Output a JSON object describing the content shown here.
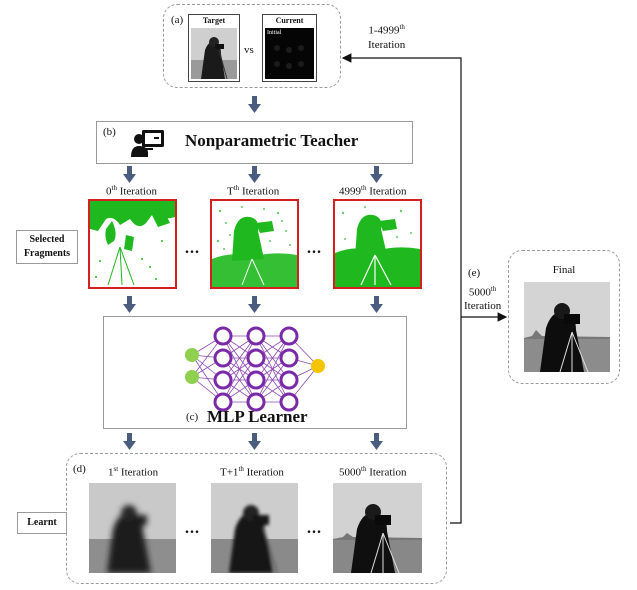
{
  "panel_a": {
    "tag": "(a)",
    "target_title": "Target",
    "current_title": "Current",
    "current_inner": "Initial",
    "vs": "vs"
  },
  "feedback_label": {
    "prefix": "1-4999",
    "sup": "th",
    "suffix": "Iteration"
  },
  "panel_b": {
    "tag": "(b)",
    "title": "Nonparametric Teacher"
  },
  "teacher_iterations": [
    {
      "num": "0",
      "sup": "th",
      "text": " Iteration"
    },
    {
      "num": "T",
      "sup": "th",
      "text": " Iteration"
    },
    {
      "num": "4999",
      "sup": "th",
      "text": " Iteration"
    }
  ],
  "selected_fragments_label": {
    "line1": "Selected",
    "line2": "Fragments"
  },
  "ellipsis": "...",
  "panel_c": {
    "tag": "(c)",
    "title": "MLP Learner"
  },
  "panel_d": {
    "tag": "(d)"
  },
  "learner_iterations": [
    {
      "num": "1",
      "sup": "st",
      "text": " Iteration"
    },
    {
      "num": "T+1",
      "sup": "th",
      "text": " Iteration"
    },
    {
      "num": "5000",
      "sup": "th",
      "text": " Iteration"
    }
  ],
  "learnt_label": "Learnt",
  "panel_e": {
    "tag": "(e)",
    "num": "5000",
    "sup": "th",
    "text": "Iteration",
    "final_title": "Final"
  },
  "colors": {
    "fragment_green": "#1fb81f",
    "fragment_border": "#d62020",
    "mlp_node": "#7a2aa8",
    "input_node": "#8fd14f",
    "output_node": "#f5c400",
    "arrow": "#4a5d7e"
  }
}
